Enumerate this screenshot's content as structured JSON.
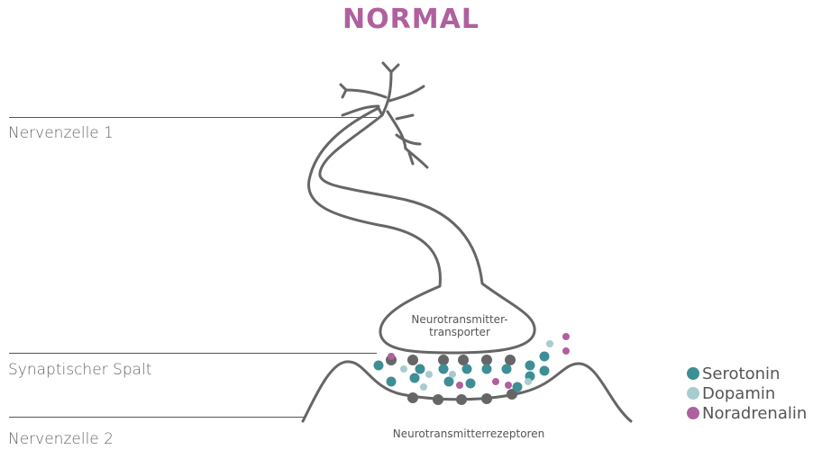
{
  "title": "NORMAL",
  "labels": {
    "cell1": "Nervenzelle 1",
    "cleft": "Synaptischer Spalt",
    "cell2": "Nervenzelle 2",
    "transporter_line1": "Neurotransmitter-",
    "transporter_line2": "transporter",
    "receptors": "Neurotransmitterrezeptoren"
  },
  "legend": [
    {
      "label": "Serotonin",
      "color": "#3e8e96"
    },
    {
      "label": "Dopamin",
      "color": "#a8cbd0"
    },
    {
      "label": "Noradrenalin",
      "color": "#b0609e"
    }
  ],
  "colors": {
    "title": "#b0609e",
    "outline": "#666666",
    "receptor": "#666666",
    "serotonin": "#3e8e96",
    "dopamin": "#a8cbd0",
    "noradrenalin": "#b0609e"
  }
}
